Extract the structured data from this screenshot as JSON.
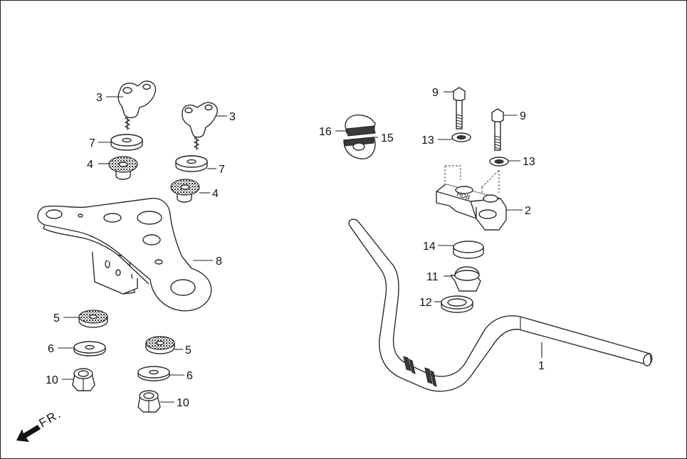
{
  "direction_label": "FR.",
  "callouts": {
    "c1": "1",
    "c2": "2",
    "c3a": "3",
    "c3b": "3",
    "c4a": "4",
    "c4b": "4",
    "c5a": "5",
    "c5b": "5",
    "c6a": "6",
    "c6b": "6",
    "c7a": "7",
    "c7b": "7",
    "c8": "8",
    "c9a": "9",
    "c9b": "9",
    "c10a": "10",
    "c10b": "10",
    "c11": "11",
    "c12": "12",
    "c13a": "13",
    "c13b": "13",
    "c14": "14",
    "c15": "15",
    "c16": "16"
  }
}
